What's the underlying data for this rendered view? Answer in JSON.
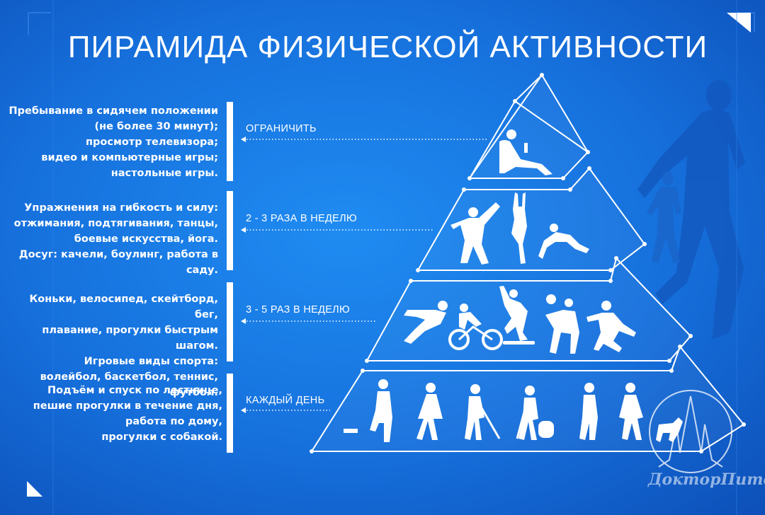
{
  "title": "ПИРАМИДА ФИЗИЧЕСКОЙ АКТИВНОСТИ",
  "levels": [
    {
      "frequency": "ОГРАНИЧИТЬ",
      "lines": [
        "Пребывание в сидячем положении",
        "(не более 30 минут);",
        "просмотр телевизора;",
        "видео и компьютерные игры;",
        "настольные игры."
      ]
    },
    {
      "frequency": "2 - 3 РАЗА В НЕДЕЛЮ",
      "lines": [
        "Упражнения на гибкость и силу:",
        "отжимания, подтягивания, танцы,",
        "боевые искусства, йога.",
        "Досуг: качели, боулинг, работа в саду."
      ]
    },
    {
      "frequency": "3 - 5 РАЗ В НЕДЕЛЮ",
      "lines": [
        "Коньки, велосипед, скейтборд, бег,",
        "плавание, прогулки быстрым шагом.",
        "Игровые виды спорта:",
        "волейбол, баскетбол, теннис, футбол."
      ]
    },
    {
      "frequency": "КАЖДЫЙ ДЕНЬ",
      "lines": [
        "Подъём и спуск по лестнице,",
        "пешие прогулки в течение дня,",
        "работа по дому,",
        "прогулки с собакой."
      ]
    }
  ],
  "watermark": "ДокторПитер",
  "colors": {
    "background": "#1670dc",
    "text": "#ffffff",
    "figure": "#ffffff",
    "silhouette": "#0f55b4"
  }
}
